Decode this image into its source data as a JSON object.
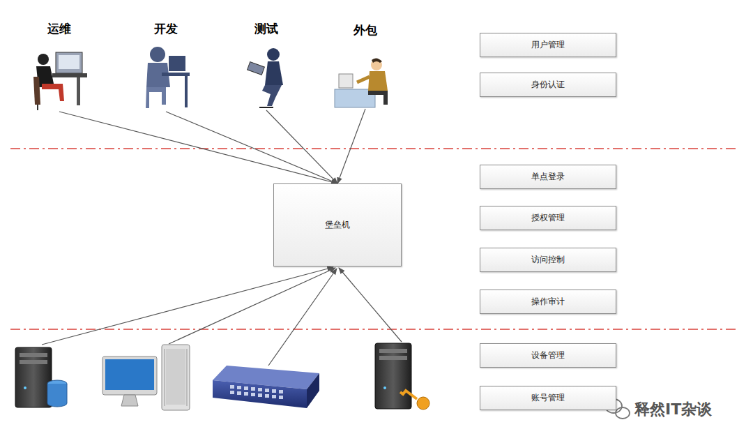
{
  "diagram": {
    "nodes": [
      {
        "text": [
          "运维"
        ]
      },
      {
        "text": [
          "开发"
        ]
      },
      {
        "text": [
          "测试"
        ]
      },
      {
        "text": [
          "外包"
        ]
      },
      {
        "text": [
          "用户管理"
        ]
      },
      {
        "text": [
          "身份认证"
        ]
      },
      {
        "text": [
          "堡垒机"
        ]
      },
      {
        "text": [
          "单点登录"
        ]
      },
      {
        "text": [
          "授权管理"
        ]
      },
      {
        "text": [
          "访问控制"
        ]
      },
      {
        "text": [
          "操作审计"
        ]
      },
      {
        "text": [
          "设备管理"
        ]
      },
      {
        "text": [
          "账号管理"
        ]
      }
    ],
    "edges": [
      {
        "from": 0,
        "to": 6,
        "arrow": "to"
      },
      {
        "from": 1,
        "to": 6,
        "arrow": "to"
      },
      {
        "from": 2,
        "to": 6,
        "arrow": "to"
      },
      {
        "from": 3,
        "to": 6,
        "arrow": "to"
      }
    ],
    "labels": [
      "释然IT杂谈"
    ]
  }
}
